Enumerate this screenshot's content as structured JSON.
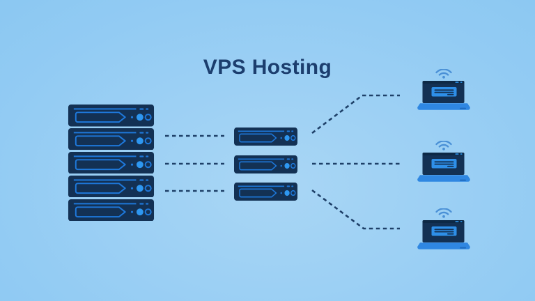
{
  "title": "VPS Hosting",
  "colors": {
    "bg-center": "#a9d6f5",
    "bg-mid": "#92cbf3",
    "bg-edge": "#7cc0f0",
    "server-body": "#133154",
    "server-deep": "#0d2946",
    "outline-blue": "#1e78da",
    "bright-blue": "#2e97f0",
    "panel-blue": "#2e8fe8",
    "base-blue": "#2f87e2",
    "hinge-blue": "#1d6bc0",
    "wifi-blue": "#4a90d6",
    "connector": "#1e4068",
    "title-navy": "#1c3e6e"
  },
  "diagram": {
    "main_server_rack": {
      "unit_count": 5
    },
    "vps_servers": {
      "unit_count": 3
    },
    "client_devices": {
      "count": 3,
      "type": "laptop"
    }
  }
}
